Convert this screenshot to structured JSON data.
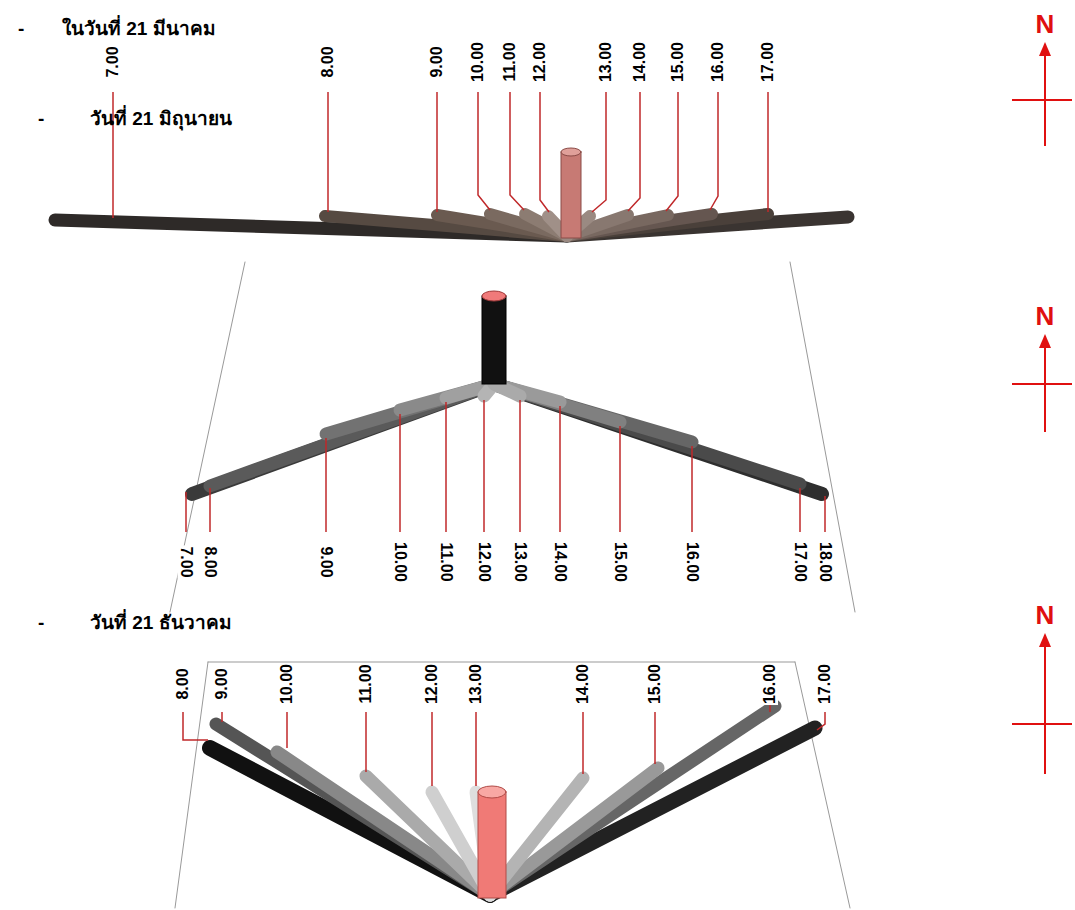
{
  "diagram": {
    "labels": [
      "-",
      "ในวันที่ 21 มีนาคม",
      "7.00",
      "8.00",
      "9.00",
      "10.00",
      "11.00",
      "12.00",
      "13.00",
      "14.00",
      "15.00",
      "16.00",
      "17.00",
      "N",
      "-",
      "วันที่ 21 มิถุนายน",
      "7.00",
      "8.00",
      "9.00",
      "10.00",
      "11.00",
      "12.00",
      "13.00",
      "14.00",
      "15.00",
      "16.00",
      "17.00",
      "18.00",
      "N",
      "-",
      "วันที่ 21 ธันวาคม",
      "8.00",
      "9.00",
      "10.00",
      "11.00",
      "12.00",
      "13.00",
      "14.00",
      "15.00",
      "16.00",
      "17.00",
      "N"
    ]
  }
}
